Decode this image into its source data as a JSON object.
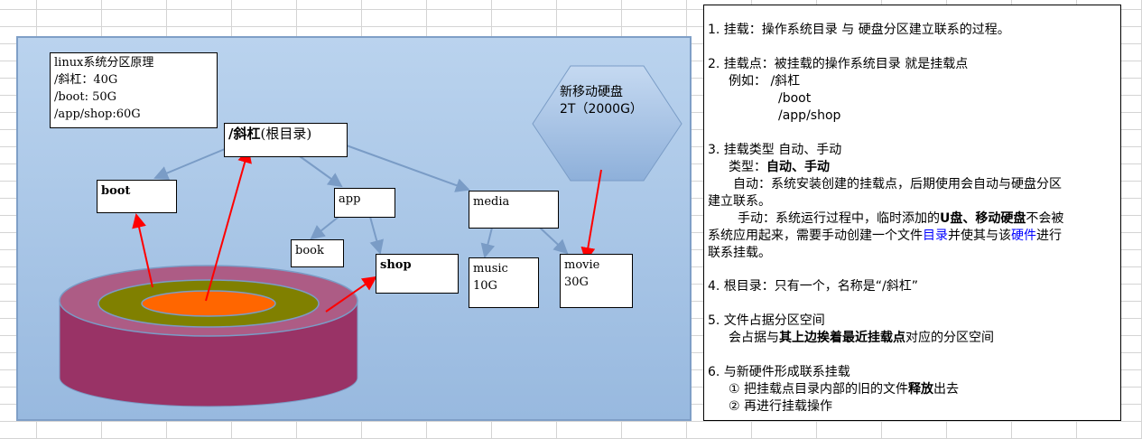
{
  "diagram": {
    "legend": [
      "linux系统分区原理",
      "/斜杠：40G",
      "/boot: 50G",
      "/app/shop:60G"
    ],
    "root": {
      "bold": "/斜杠",
      "rest": "(根目录)"
    },
    "boot": "boot",
    "app": "app",
    "media": "media",
    "book": "book",
    "shop": "shop",
    "music": [
      "music",
      "10G"
    ],
    "movie": [
      "movie",
      "30G"
    ],
    "disk": [
      "新移动硬盘",
      "2T（2000G）"
    ]
  },
  "notes": {
    "l1": "1. 挂载：操作系统目录 与 硬盘分区建立联系的过程。",
    "l2": "2. 挂载点：被挂载的操作系统目录 就是挂载点",
    "l2a": "例如：  /斜杠",
    "l2b": "/boot",
    "l2c": "/app/shop",
    "l3": "3. 挂载类型 自动、手动",
    "l3a": "类型：",
    "l3a_b": "自动、手动",
    "l3b": "自动：系统安装创建的挂载点，后期使用会自动与硬盘分区",
    "l3c": "建立联系。",
    "l3d1": "手动：系统运行过程中，临时添加的",
    "l3d_b": "U盘、移动硬盘",
    "l3d2": "不会被",
    "l3e1": "系统应用起来，需要手动创建一个文件",
    "l3e_blue1": "目录",
    "l3e2": "并使其与该",
    "l3e_blue2": "硬件",
    "l3e3": "进行",
    "l3f": "联系挂载。",
    "l4": "4. 根目录：只有一个，名称是“/斜杠”",
    "l5": "5. 文件占据分区空间",
    "l5a1": "会占据与",
    "l5a_b": "其上边挨着最近挂载点",
    "l5a2": "对应的分区空间",
    "l6": "6. 与新硬件形成联系挂载",
    "l6a1": "① 把挂载点目录内部的旧的文件",
    "l6a_b": "释放",
    "l6a2": "出去",
    "l6b": "② 再进行挂载操作"
  },
  "colors": {
    "arrow_blue": "#7a9cc6",
    "arrow_red": "#ff0000",
    "disk_side": "#993366",
    "disk_top": "#ad5c85",
    "ring": "#808000",
    "core": "#ff6600"
  }
}
